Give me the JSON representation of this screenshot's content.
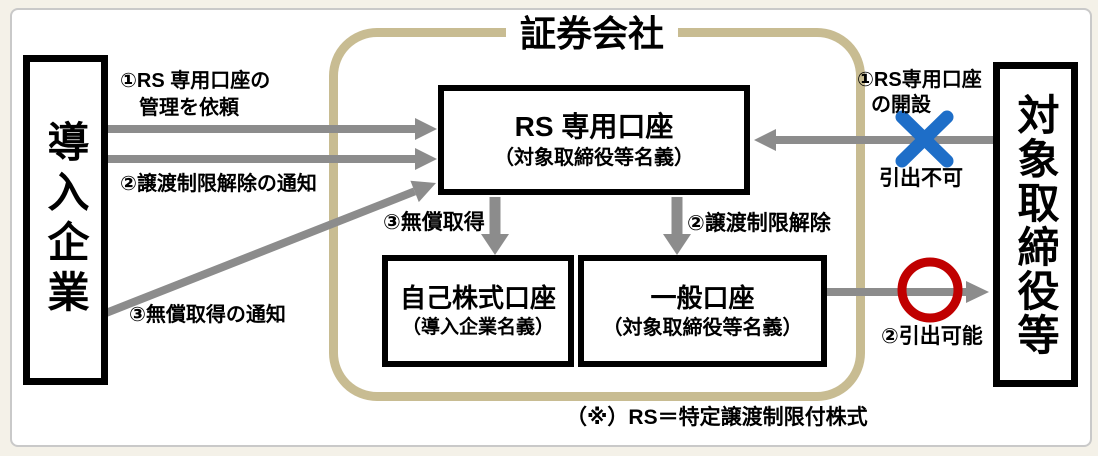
{
  "entities": {
    "introducing_company": "導入企業",
    "securities_company": "証券会社",
    "target_directors": "対象取締役等"
  },
  "accounts": {
    "rs": {
      "title": "RS 専用口座",
      "subtitle": "（対象取締役等名義）"
    },
    "treasury": {
      "title": "自己株式口座",
      "subtitle": "（導入企業名義）"
    },
    "general": {
      "title": "一般口座",
      "subtitle": "（対象取締役等名義）"
    }
  },
  "labels": {
    "manage_request_line1": "①RS 専用口座の",
    "manage_request_line2": "管理を依頼",
    "release_notice": "②譲渡制限解除の通知",
    "gratis_notice": "③無償取得の通知",
    "gratis_transfer": "③無償取得",
    "release_transfer": "②譲渡制限解除",
    "open_account_line1": "①RS専用口座",
    "open_account_line2": "の開設",
    "no_withdraw": "引出不可",
    "withdraw_ok": "②引出可能"
  },
  "footnote": "（※）RS＝特定譲渡制限付株式",
  "colors": {
    "arrow": "#8c8c8c",
    "container_border": "#c8bc92",
    "prohibit": "#1e6ec8",
    "allow": "#c00000"
  }
}
